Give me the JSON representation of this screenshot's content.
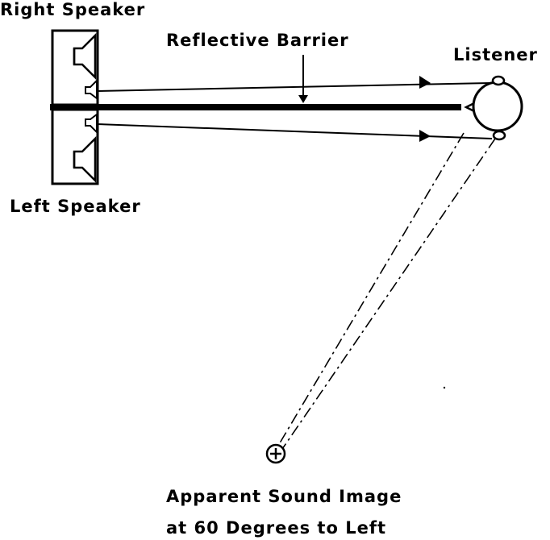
{
  "labels": {
    "right_speaker": "Right Speaker",
    "left_speaker": "Left Speaker",
    "reflective_barrier": "Reflective Barrier",
    "listener": "Listener",
    "apparent_image_line1": "Apparent Sound Image",
    "apparent_image_line2": "at 60 Degrees to Left"
  },
  "colors": {
    "ink": "#000000",
    "background": "#ffffff"
  }
}
